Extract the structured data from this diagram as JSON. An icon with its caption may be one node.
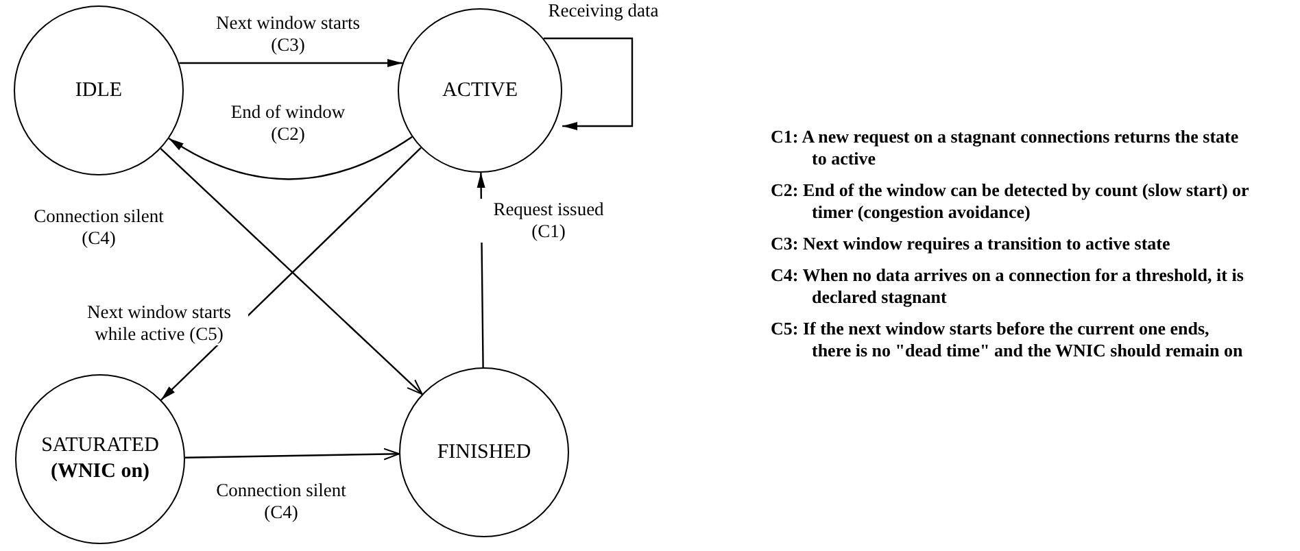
{
  "diagram": {
    "nodes": [
      {
        "text": [
          "IDLE"
        ]
      },
      {
        "text": [
          "ACTIVE"
        ]
      },
      {
        "text": [
          "SATURATED **(WNIC on)**"
        ]
      },
      {
        "text": [
          "FINISHED"
        ]
      }
    ],
    "edges": [
      {
        "from": 0,
        "to": 1,
        "arrow": "to",
        "label": "Next window starts (C3)"
      },
      {
        "from": 1,
        "to": 0,
        "arrow": "to",
        "label": "End of window (C2)"
      },
      {
        "from": 1,
        "to": 1,
        "arrow": "to",
        "label": "Receiving data"
      },
      {
        "from": 0,
        "to": 3,
        "arrow": "to",
        "label": "Connection silent (C4)"
      },
      {
        "from": 1,
        "to": 2,
        "arrow": "to",
        "label": "Next window starts while active (C5)"
      },
      {
        "from": 2,
        "to": 3,
        "arrow": "to",
        "label": "Connection silent (C4)"
      },
      {
        "from": 3,
        "to": 1,
        "arrow": "to",
        "label": "Request issued (C1)"
      }
    ],
    "labels": [
      "C1: A new request on a stagnant connections returns the state to active",
      "C2: End of the window can be detected by count (slow start) or timer (congestion avoidance)",
      "C3: Next window requires a transition to active state",
      "C4: When no data arrives on a connection for a threshold, it is declared stagnant",
      "C5: If the next window starts before the current one ends, there is no \"dead time\" and the WNIC should remain on"
    ]
  }
}
